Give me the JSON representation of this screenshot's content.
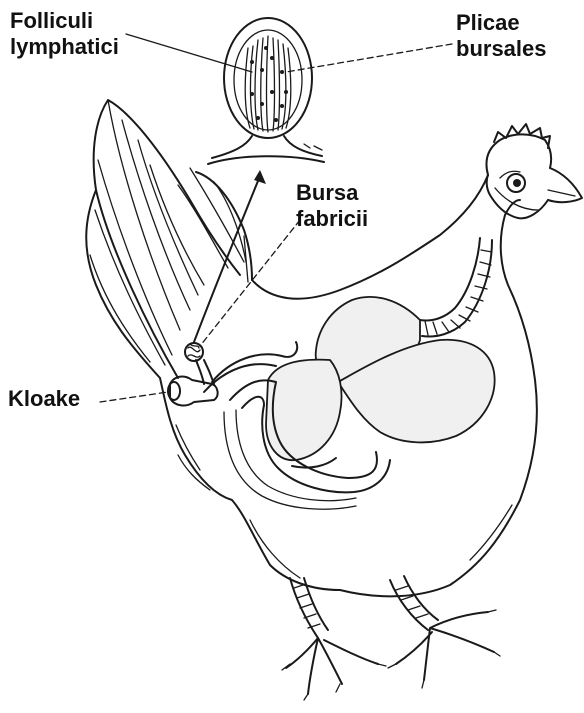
{
  "labels": {
    "follicles": "Folliculi\nlymphatici",
    "plicae": "Plicae\nbursales",
    "bursa": "Bursa\nfabricii",
    "cloaca": "Kloake"
  },
  "colors": {
    "ink": "#1a1a1a",
    "organ_fill": "#f0f0f0",
    "background": "#ffffff"
  }
}
